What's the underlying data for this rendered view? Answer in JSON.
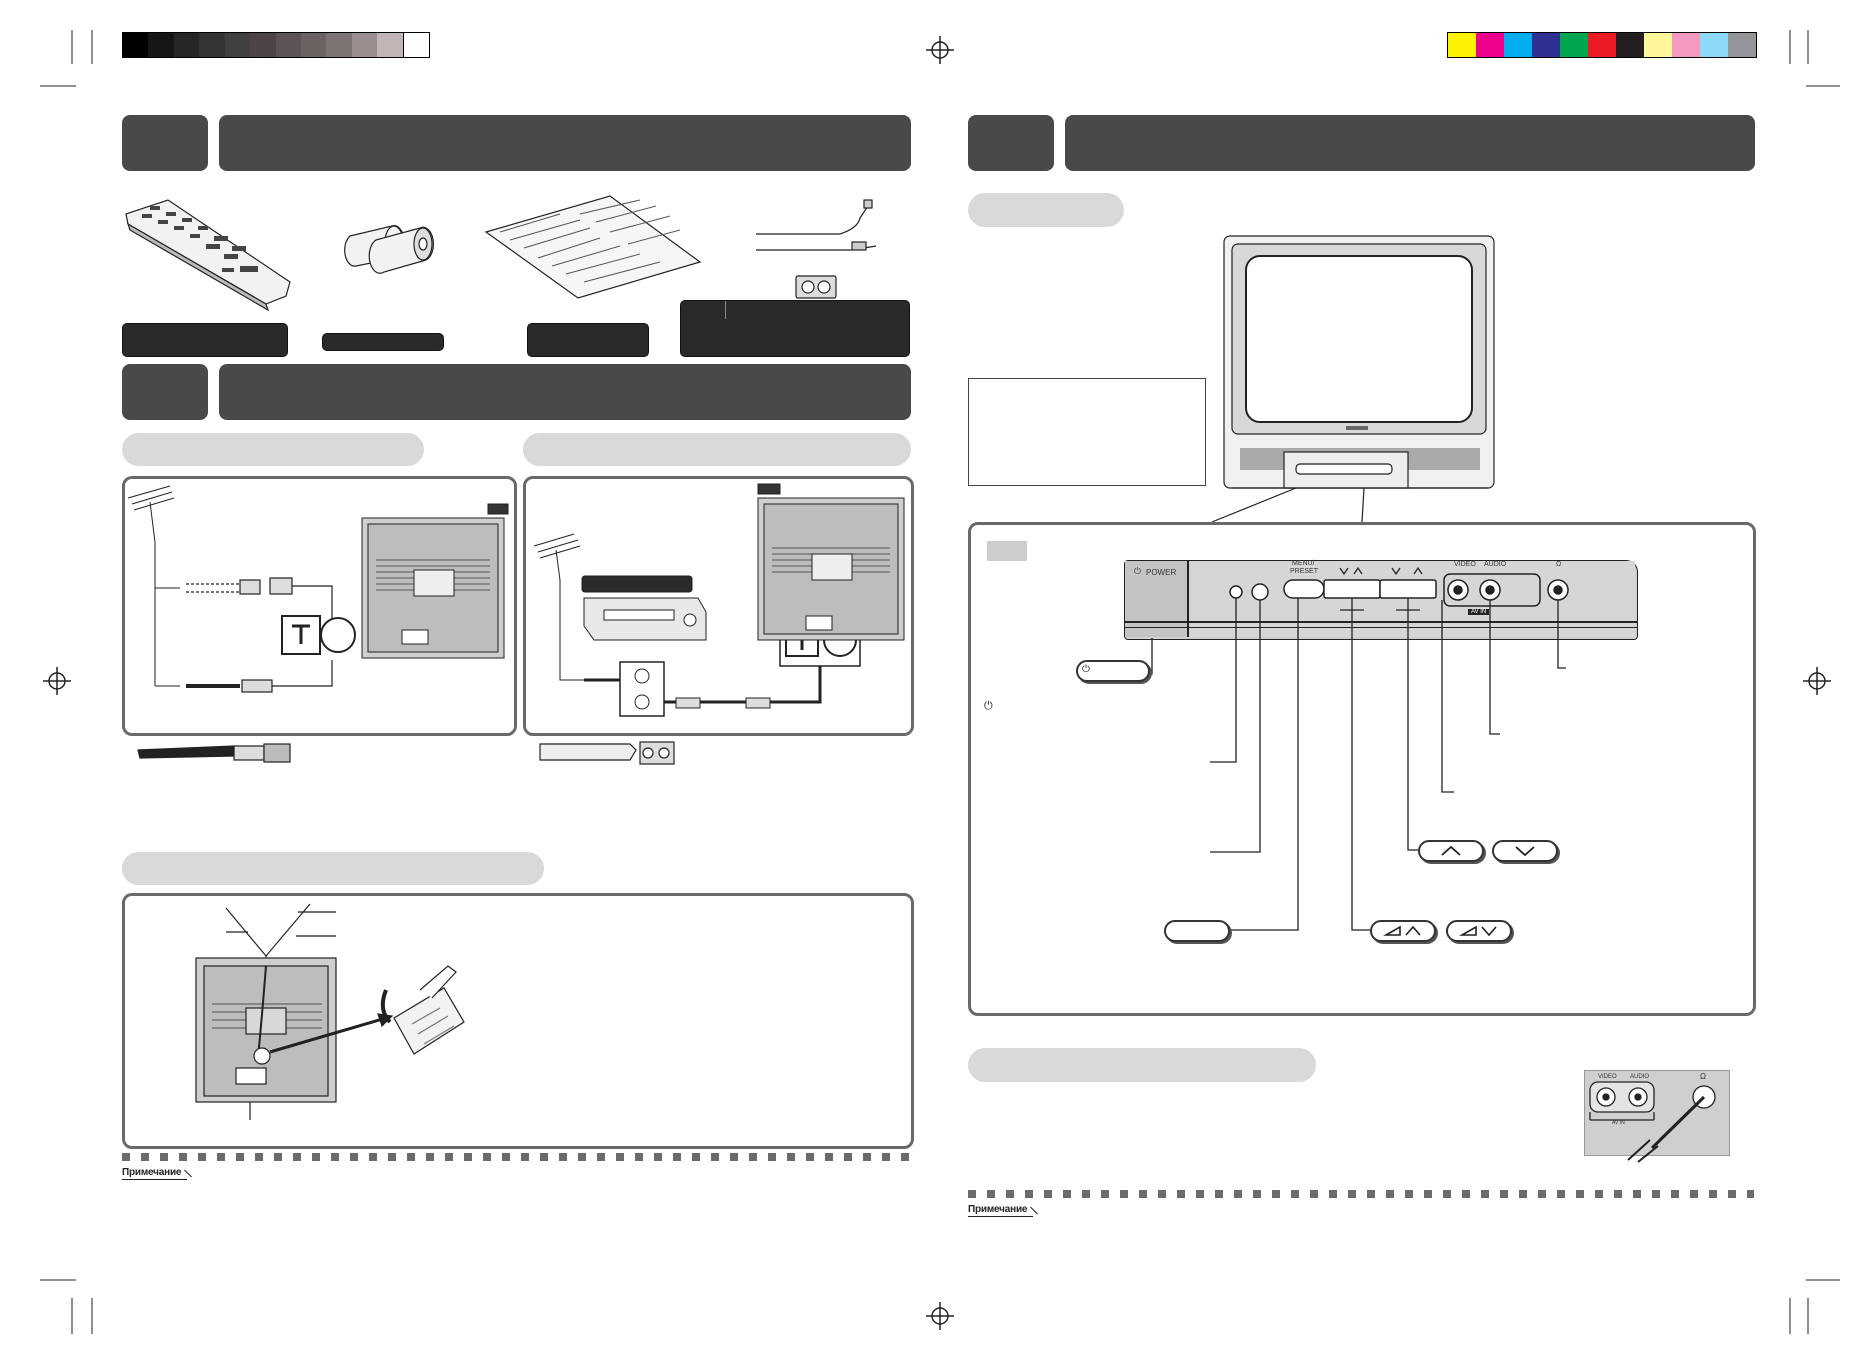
{
  "page": {
    "note_label": "Примечание",
    "gray_scale": [
      "#000000",
      "#161616",
      "#262626",
      "#333333",
      "#404040",
      "#4d4545",
      "#5c5454",
      "#6b6262",
      "#7c7373",
      "#9a8e8e",
      "#c2b5b5",
      "#ffffff"
    ],
    "color_bar": [
      "#fff200",
      "#ec008c",
      "#00aeef",
      "#2e3192",
      "#00a651",
      "#ed1c24",
      "#231f20",
      "#fff799",
      "#f49ac1",
      "#8ed8f8",
      "#939598"
    ]
  },
  "tv_panel": {
    "power_label": "POWER",
    "menu_label": "MENU/",
    "preset_label": "PRESET",
    "video_label": "VIDEO",
    "audio_label": "AUDIO",
    "headphone_symbol": "Ω",
    "av_in_label": "AV IN",
    "power_symbol": "⏻"
  },
  "jack_panel": {
    "video_label": "VIDEO",
    "audio_label": "AUDIO",
    "av_in_label": "AV IN",
    "headphone_symbol": "Ω"
  },
  "icons": [
    "antenna-icon",
    "power-icon",
    "headphone-icon",
    "chevron-up-icon",
    "chevron-down-icon",
    "volume-up-icon",
    "volume-down-icon",
    "registration-mark-icon"
  ]
}
